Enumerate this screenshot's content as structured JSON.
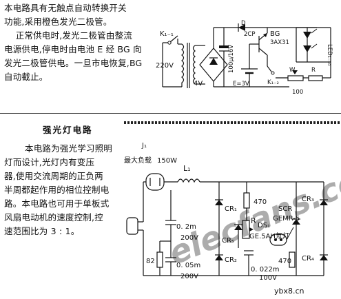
{
  "circuit1": {
    "description_lines": [
      "本电路具有无触点自动转换开关",
      "功能,采用橙色发光二极管。",
      "    正常供电时,发光二极管由整流",
      "电源供电,停电时由电池 E 经 BG 向",
      "发光二极管供电。一旦市电恢复,BG",
      "自动截止。"
    ],
    "labels": {
      "k1_switch": "K₁₋₁",
      "mains_voltage": "220V",
      "secondary_voltage": "4V",
      "diode_d": "D",
      "diode_type": "2CP",
      "transistor_name": "BG",
      "transistor_type": "3AX31",
      "capacitor": "100μ/16V",
      "battery": "E=3V",
      "k2_switch": "K₁₋₂",
      "pot_w": "W",
      "resistor_r": "R",
      "resistor_value": "100",
      "led_array": "LED₁₋₁₀"
    }
  },
  "circuit2": {
    "heading": "强光灯电路",
    "description_lines": [
      "本电路为强光学习照明",
      "灯而设计,光灯内有变压",
      "器,使用交流周期的正负两",
      "半周都起作用的相位控制电",
      "路。本电路也可用于单板式",
      "风扇电动机的速度控制,控",
      "速范围比为 3 : 1。"
    ],
    "labels": {
      "j1": "J₁",
      "max_load": "最大负载",
      "load_power": "150W",
      "inductor": "L₁",
      "cr1": "CR₁",
      "cr2": "CR₂",
      "cr3": "CR₃",
      "cr4": "CR₄",
      "cr5": "CR₅",
      "r470_top": "470",
      "r470_bottom": "470",
      "ds1": "DS₁",
      "neon": "GE.5AH氖灯",
      "r_gate": "R",
      "scr": "SCR",
      "scr_type": "GEMR-5",
      "cap_02": "0. 2m",
      "cap_02_v": "200V",
      "cap_005": "0. 05m",
      "cap_005_v": "200V",
      "cap_0022": "0. 022m",
      "cap_0022_v": "100V",
      "r82": "82"
    }
  },
  "watermark": {
    "main": "elecfans.com",
    "footer": "ybx8.cn"
  }
}
